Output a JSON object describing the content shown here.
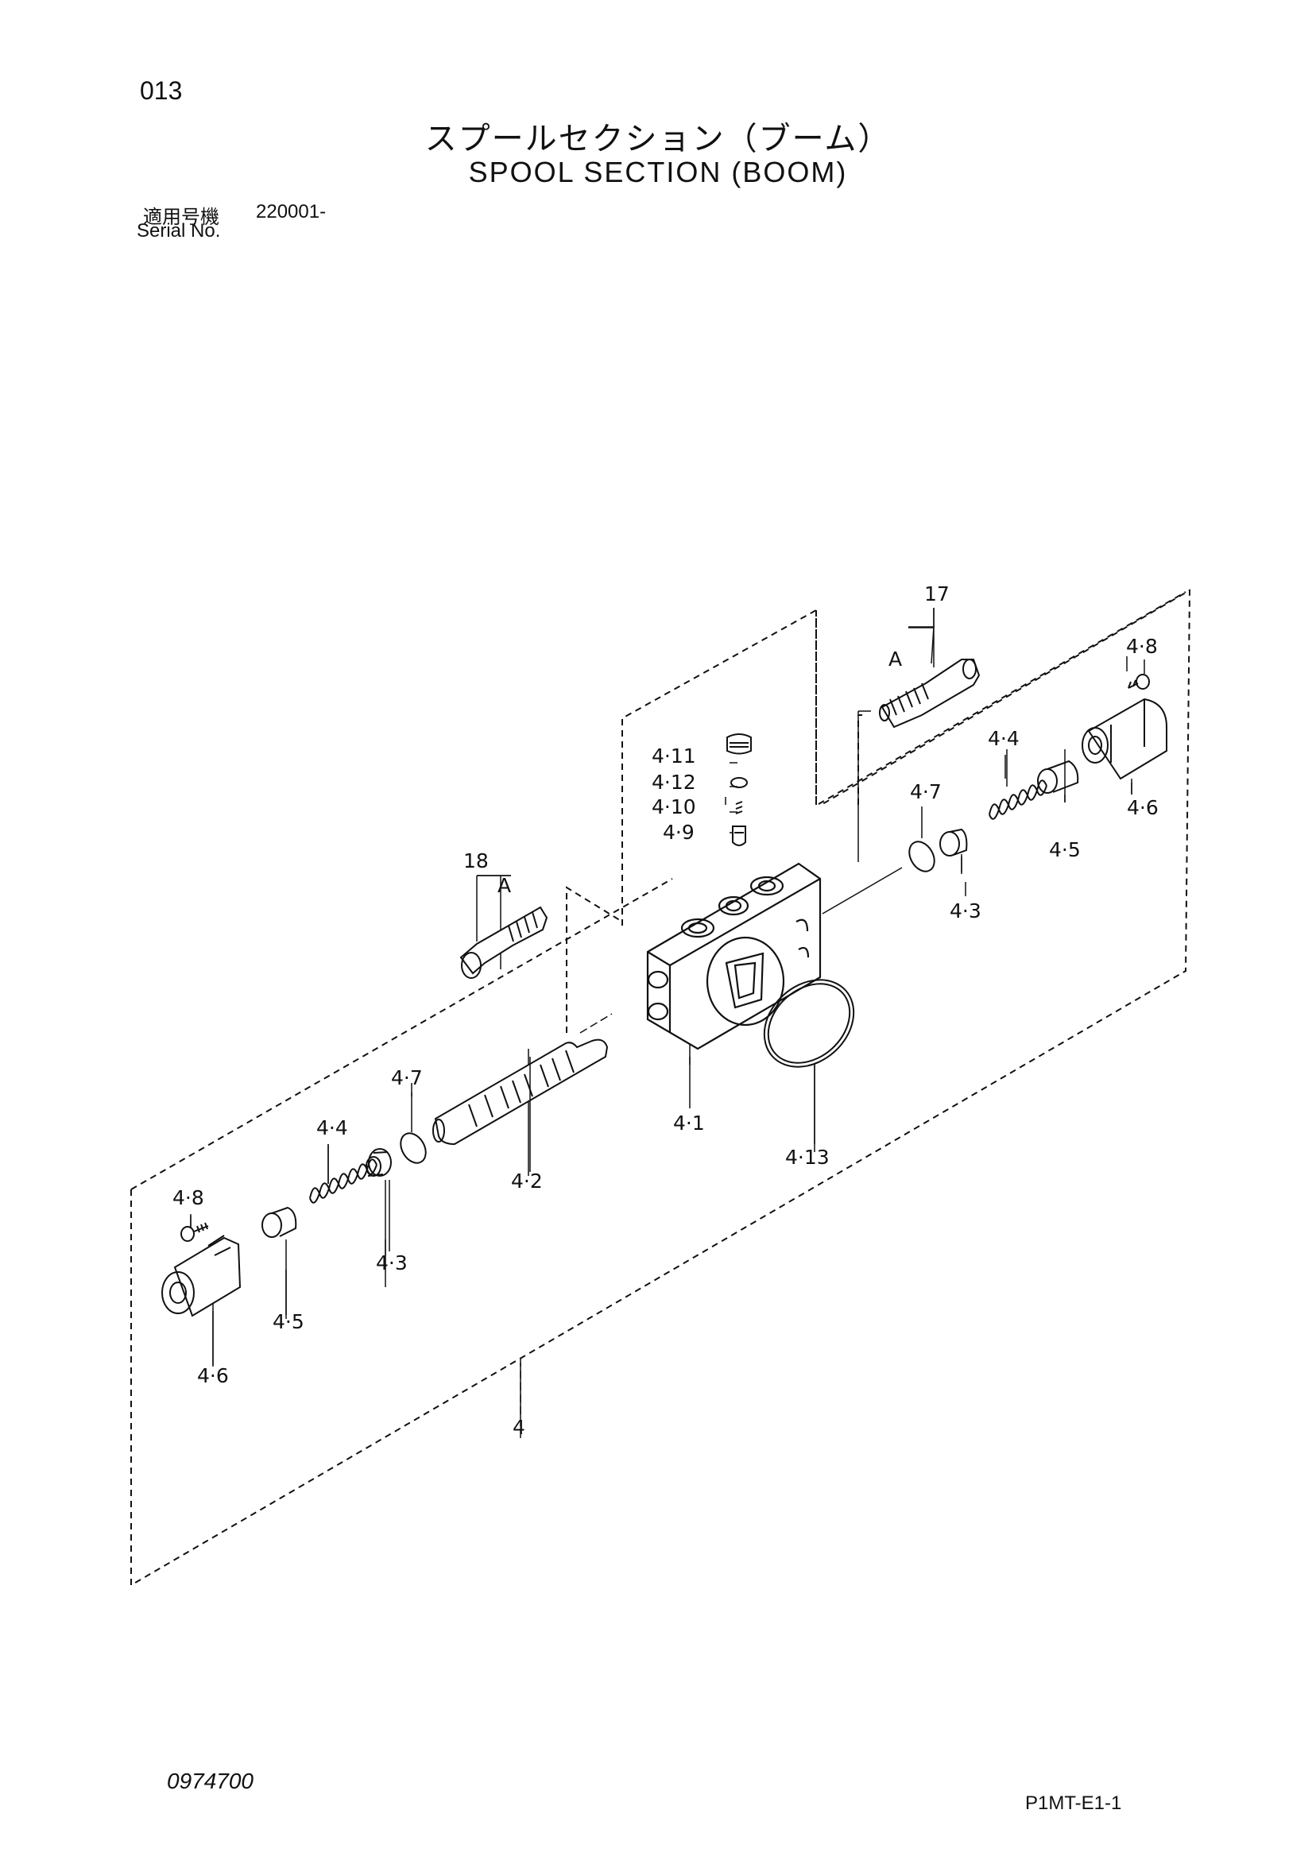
{
  "header": {
    "page_number": "013",
    "title_jp": "スプールセクション（ブーム）",
    "title_en": "SPOOL SECTION (BOOM)",
    "serial_label_jp": "適用号機",
    "serial_value": "220001-",
    "serial_label_en": "Serial No."
  },
  "footer": {
    "document_number": "0974700",
    "code": "P1MT-E1-1"
  },
  "parts": {
    "p17": "17",
    "p18": "18",
    "pA1": "A",
    "pA2": "A",
    "p4": "4",
    "p4_1": "4·1",
    "p4_2": "4·2",
    "p4_3a": "4·3",
    "p4_3b": "4·3",
    "p4_4a": "4·4",
    "p4_4b": "4·4",
    "p4_5a": "4·5",
    "p4_5b": "4·5",
    "p4_6a": "4·6",
    "p4_6b": "4·6",
    "p4_7a": "4·7",
    "p4_7b": "4·7",
    "p4_8a": "4·8",
    "p4_8b": "4·8",
    "p4_9": "4·9",
    "p4_10": "4·10",
    "p4_11": "4·11",
    "p4_12": "4·12",
    "p4_13": "4·13"
  }
}
